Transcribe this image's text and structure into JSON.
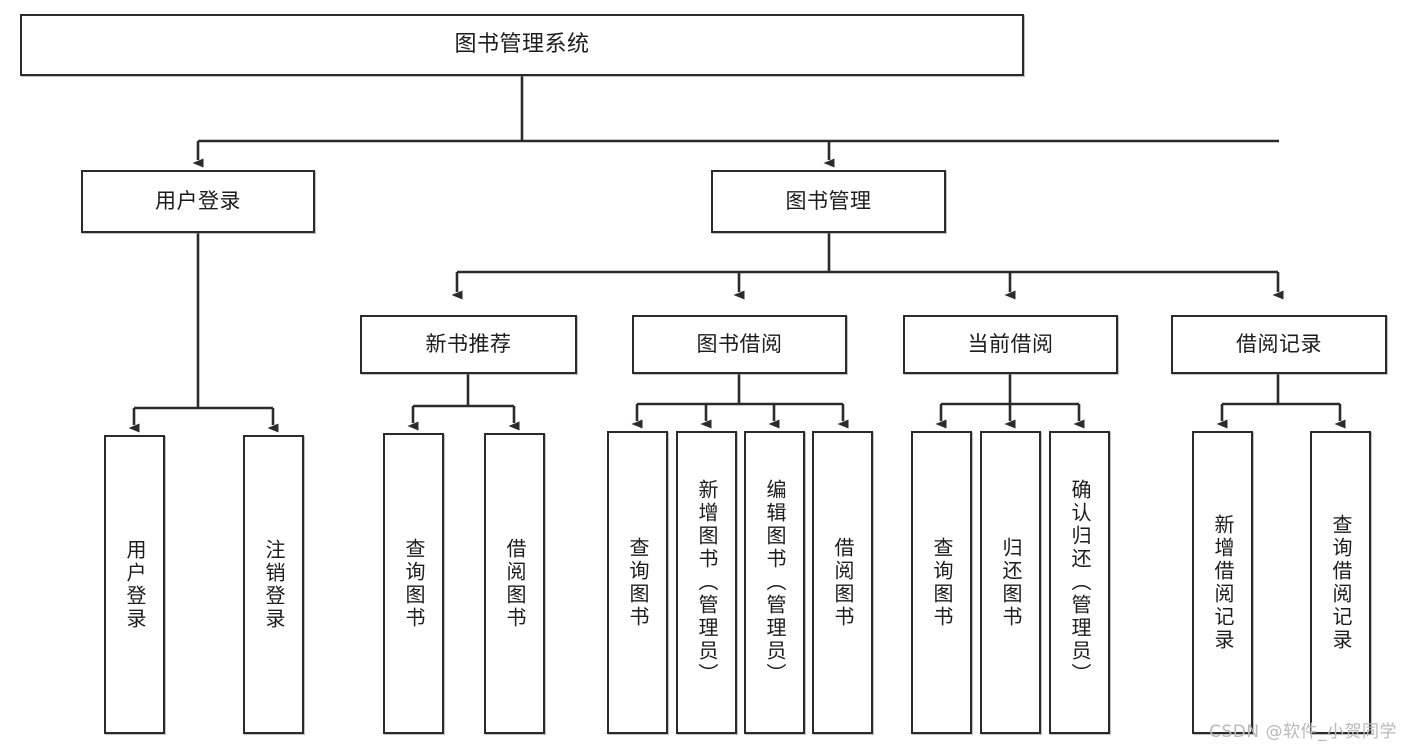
{
  "diagram": {
    "title": "图书管理系统",
    "type": "function-structure-tree",
    "watermark": "CSDN @软件_小贺同学",
    "colors": {
      "stroke": "#2b2b2b",
      "fill": "#ffffff",
      "text": "#1c1c1c",
      "watermark": "#b9b9b9"
    },
    "levels": {
      "root": {
        "label": "图书管理系统"
      },
      "level2": [
        {
          "id": "user-login",
          "label": "用户登录"
        },
        {
          "id": "book-manage",
          "label": "图书管理"
        }
      ],
      "level3": [
        {
          "id": "new-book-recommend",
          "label": "新书推荐"
        },
        {
          "id": "book-borrow",
          "label": "图书借阅"
        },
        {
          "id": "current-borrow",
          "label": "当前借阅"
        },
        {
          "id": "borrow-record",
          "label": "借阅记录"
        }
      ],
      "leaves": [
        {
          "id": "leaf-user-login",
          "parent": "user-login",
          "label": "用户登录"
        },
        {
          "id": "leaf-logout",
          "parent": "user-login",
          "label": "注销登录"
        },
        {
          "id": "leaf-query-book-1",
          "parent": "new-book-recommend",
          "label": "查询图书"
        },
        {
          "id": "leaf-borrow-book-1",
          "parent": "new-book-recommend",
          "label": "借阅图书"
        },
        {
          "id": "leaf-query-book-2",
          "parent": "book-borrow",
          "label": "查询图书"
        },
        {
          "id": "leaf-add-book",
          "parent": "book-borrow",
          "label": "新增图书（管理员）"
        },
        {
          "id": "leaf-edit-book",
          "parent": "book-borrow",
          "label": "编辑图书（管理员）"
        },
        {
          "id": "leaf-borrow-book-2",
          "parent": "book-borrow",
          "label": "借阅图书"
        },
        {
          "id": "leaf-query-book-3",
          "parent": "current-borrow",
          "label": "查询图书"
        },
        {
          "id": "leaf-return-book",
          "parent": "current-borrow",
          "label": "归还图书"
        },
        {
          "id": "leaf-confirm-return",
          "parent": "current-borrow",
          "label": "确认归还（管理员）"
        },
        {
          "id": "leaf-add-record",
          "parent": "borrow-record",
          "label": "新增借阅记录"
        },
        {
          "id": "leaf-query-record",
          "parent": "borrow-record",
          "label": "查询借阅记录"
        }
      ]
    }
  }
}
